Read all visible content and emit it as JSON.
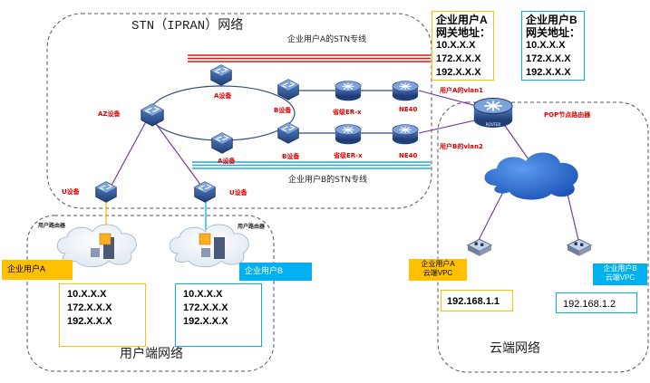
{
  "regions": {
    "stn_title": "STN（IPRAN）网络",
    "user_net_title": "用户端网络",
    "cloud_net_title": "云端网络"
  },
  "lines": {
    "stn_a": "企业用户A的STN专线",
    "stn_b": "企业用户B的STN专线",
    "vlan_a": "用户A的vlan1",
    "vlan_b": "用户B的vlan2",
    "pop_router": "POP节点路由器"
  },
  "devices": {
    "a_top": "A设备",
    "a_bottom": "A设备",
    "b_top": "B设备",
    "b_bottom": "B设备",
    "er_top": "省级ER-x",
    "er_bottom": "省级ER-x",
    "ne_top": "NE40",
    "ne_bottom": "NE40",
    "az": "AZ设备",
    "u_left": "U设备",
    "u_right": "U设备",
    "router_icon_label": "ROUTER"
  },
  "user_routers": {
    "left": "用户路由器",
    "right": "用户路由器"
  },
  "gateway_a": {
    "title1": "企业用户A",
    "title2": "网关地址：",
    "ips": [
      "10.X.X.X",
      "172.X.X.X",
      "192.X.X.X"
    ]
  },
  "gateway_b": {
    "title1": "企业用户B",
    "title2": "网关地址：",
    "ips": [
      "10.X.X.X",
      "172.X.X.X",
      "192.X.X.X"
    ]
  },
  "user_a": {
    "label": "企业用户A",
    "ips": [
      "10.X.X.X",
      "172.X.X.X",
      "192.X.X.X"
    ]
  },
  "user_b": {
    "label": "企业用户B",
    "ips": [
      "10.X.X.X",
      "172.X.X.X",
      "192.X.X.X"
    ]
  },
  "vpc_a": {
    "line1": "企业用户A",
    "line2": "云端VPC",
    "ip": "192.168.1.1"
  },
  "vpc_b": {
    "line1": "企业用户B",
    "line2": "云端VPC",
    "ip": "192.168.1.2"
  },
  "colors": {
    "stn_a_line": "#ee1111",
    "stn_b_line": "#22aadd",
    "user_a_fill": "#ffc000",
    "user_b_fill": "#00b0f0",
    "link_purple": "#7030a0",
    "device_blue": "#2a4d8f",
    "cloud_blue": "#2e6dcc"
  }
}
